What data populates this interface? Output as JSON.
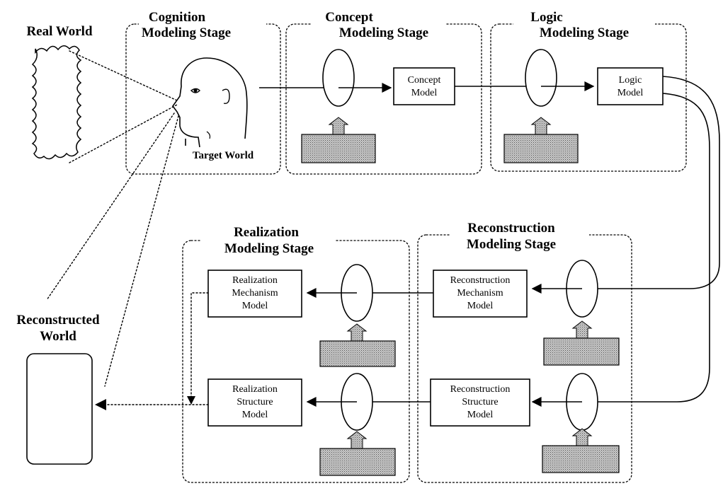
{
  "worlds": {
    "real": "Real  World",
    "target": "Target World",
    "reconstructed_line1": "Reconstructed",
    "reconstructed_line2": "World"
  },
  "stages": {
    "cognition": [
      "Cognition",
      "Modeling Stage"
    ],
    "concept": [
      "Concept",
      "Modeling Stage"
    ],
    "logic": [
      "Logic",
      "Modeling Stage"
    ],
    "realization": [
      "Realization",
      "Modeling Stage"
    ],
    "reconstruction": [
      "Reconstruction",
      "Modeling Stage"
    ]
  },
  "models": {
    "concept": [
      "Concept",
      "Model"
    ],
    "logic": [
      "Logic",
      "Model"
    ],
    "reconstruction_mechanism": [
      "Reconstruction",
      "Mechanism",
      "Model"
    ],
    "reconstruction_structure": [
      "Reconstruction",
      "Structure",
      "Model"
    ],
    "realization_mechanism": [
      "Realization",
      "Mechanism",
      "Model"
    ],
    "realization_structure": [
      "Realization",
      "Structure",
      "Model"
    ]
  }
}
